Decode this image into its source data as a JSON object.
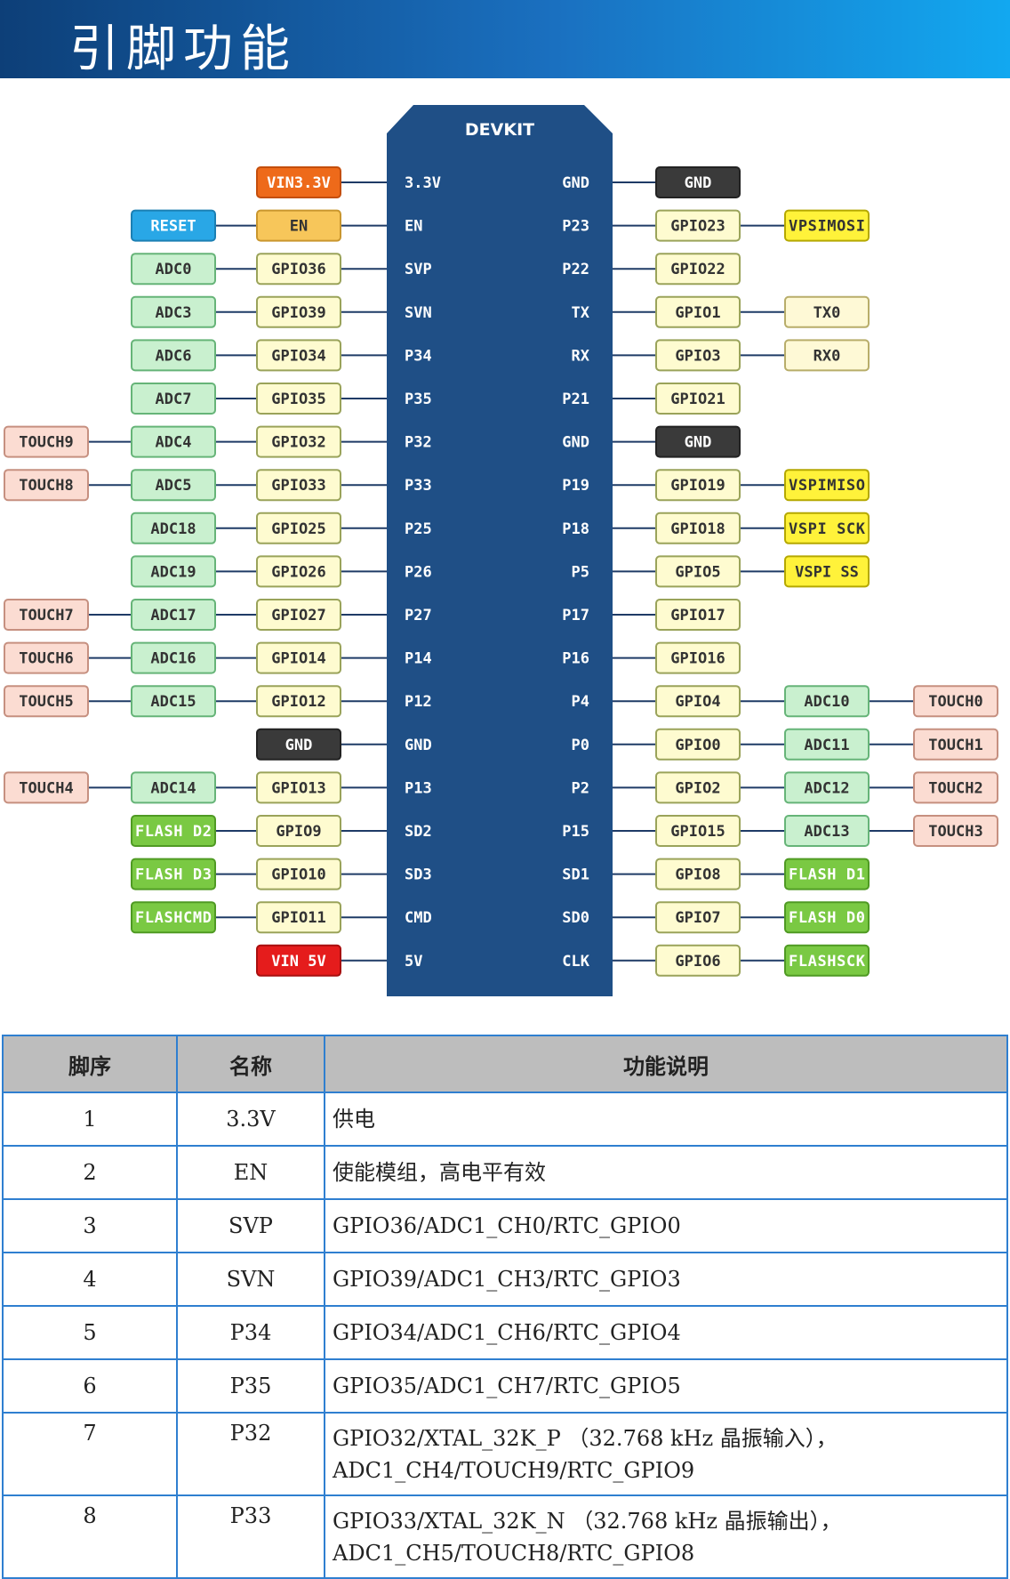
{
  "header": {
    "title": "引脚功能"
  },
  "diagram": {
    "board_title": "DEVKIT",
    "colors": {
      "chip": "#1f4f86",
      "power": "#ee6a1a",
      "power5v": "#e51c1c",
      "reset": "#29a7e6",
      "en": "#f7c65a",
      "gpio": "#fefbd0",
      "adc": "#c9f0cf",
      "touch": "#fbdcd2",
      "flash": "#7ac943",
      "gnd": "#3a3a3a",
      "spi": "#fff23a",
      "uart": "#fef9d6"
    },
    "left_pins": [
      {
        "pin": "3.3V",
        "labels": [
          {
            "text": "VIN3.3V",
            "kind": "power"
          }
        ]
      },
      {
        "pin": "EN",
        "labels": [
          {
            "text": "EN",
            "kind": "en"
          },
          {
            "text": "RESET",
            "kind": "reset"
          }
        ]
      },
      {
        "pin": "SVP",
        "labels": [
          {
            "text": "GPIO36",
            "kind": "gpio"
          },
          {
            "text": "ADC0",
            "kind": "adc"
          }
        ]
      },
      {
        "pin": "SVN",
        "labels": [
          {
            "text": "GPIO39",
            "kind": "gpio"
          },
          {
            "text": "ADC3",
            "kind": "adc"
          }
        ]
      },
      {
        "pin": "P34",
        "labels": [
          {
            "text": "GPIO34",
            "kind": "gpio"
          },
          {
            "text": "ADC6",
            "kind": "adc"
          }
        ]
      },
      {
        "pin": "P35",
        "labels": [
          {
            "text": "GPIO35",
            "kind": "gpio"
          },
          {
            "text": "ADC7",
            "kind": "adc"
          }
        ]
      },
      {
        "pin": "P32",
        "labels": [
          {
            "text": "GPIO32",
            "kind": "gpio"
          },
          {
            "text": "ADC4",
            "kind": "adc"
          },
          {
            "text": "TOUCH9",
            "kind": "touch"
          }
        ]
      },
      {
        "pin": "P33",
        "labels": [
          {
            "text": "GPIO33",
            "kind": "gpio"
          },
          {
            "text": "ADC5",
            "kind": "adc"
          },
          {
            "text": "TOUCH8",
            "kind": "touch"
          }
        ]
      },
      {
        "pin": "P25",
        "labels": [
          {
            "text": "GPIO25",
            "kind": "gpio"
          },
          {
            "text": "ADC18",
            "kind": "adc"
          }
        ]
      },
      {
        "pin": "P26",
        "labels": [
          {
            "text": "GPIO26",
            "kind": "gpio"
          },
          {
            "text": "ADC19",
            "kind": "adc"
          }
        ]
      },
      {
        "pin": "P27",
        "labels": [
          {
            "text": "GPIO27",
            "kind": "gpio"
          },
          {
            "text": "ADC17",
            "kind": "adc"
          },
          {
            "text": "TOUCH7",
            "kind": "touch"
          }
        ]
      },
      {
        "pin": "P14",
        "labels": [
          {
            "text": "GPIO14",
            "kind": "gpio"
          },
          {
            "text": "ADC16",
            "kind": "adc"
          },
          {
            "text": "TOUCH6",
            "kind": "touch"
          }
        ]
      },
      {
        "pin": "P12",
        "labels": [
          {
            "text": "GPIO12",
            "kind": "gpio"
          },
          {
            "text": "ADC15",
            "kind": "adc"
          },
          {
            "text": "TOUCH5",
            "kind": "touch"
          }
        ]
      },
      {
        "pin": "GND",
        "labels": [
          {
            "text": "GND",
            "kind": "gnd"
          }
        ]
      },
      {
        "pin": "P13",
        "labels": [
          {
            "text": "GPIO13",
            "kind": "gpio"
          },
          {
            "text": "ADC14",
            "kind": "adc"
          },
          {
            "text": "TOUCH4",
            "kind": "touch"
          }
        ]
      },
      {
        "pin": "SD2",
        "labels": [
          {
            "text": "GPIO9",
            "kind": "gpio"
          },
          {
            "text": "FLASH D2",
            "kind": "flash"
          }
        ]
      },
      {
        "pin": "SD3",
        "labels": [
          {
            "text": "GPIO10",
            "kind": "gpio"
          },
          {
            "text": "FLASH D3",
            "kind": "flash"
          }
        ]
      },
      {
        "pin": "CMD",
        "labels": [
          {
            "text": "GPIO11",
            "kind": "gpio"
          },
          {
            "text": "FLASHCMD",
            "kind": "flash"
          }
        ]
      },
      {
        "pin": "5V",
        "labels": [
          {
            "text": "VIN 5V",
            "kind": "power5v"
          }
        ]
      }
    ],
    "right_pins": [
      {
        "pin": "GND",
        "labels": [
          {
            "text": "GND",
            "kind": "gnd"
          }
        ]
      },
      {
        "pin": "P23",
        "labels": [
          {
            "text": "GPIO23",
            "kind": "gpio"
          },
          {
            "text": "VPSIMOSI",
            "kind": "spi"
          }
        ]
      },
      {
        "pin": "P22",
        "labels": [
          {
            "text": "GPIO22",
            "kind": "gpio"
          }
        ]
      },
      {
        "pin": "TX",
        "labels": [
          {
            "text": "GPIO1",
            "kind": "gpio"
          },
          {
            "text": "TX0",
            "kind": "uart"
          }
        ]
      },
      {
        "pin": "RX",
        "labels": [
          {
            "text": "GPIO3",
            "kind": "gpio"
          },
          {
            "text": "RX0",
            "kind": "uart"
          }
        ]
      },
      {
        "pin": "P21",
        "labels": [
          {
            "text": "GPIO21",
            "kind": "gpio"
          }
        ]
      },
      {
        "pin": "GND",
        "labels": [
          {
            "text": "GND",
            "kind": "gnd"
          }
        ]
      },
      {
        "pin": "P19",
        "labels": [
          {
            "text": "GPIO19",
            "kind": "gpio"
          },
          {
            "text": "VSPIMISO",
            "kind": "spi"
          }
        ]
      },
      {
        "pin": "P18",
        "labels": [
          {
            "text": "GPIO18",
            "kind": "gpio"
          },
          {
            "text": "VSPI SCK",
            "kind": "spi"
          }
        ]
      },
      {
        "pin": "P5",
        "labels": [
          {
            "text": "GPIO5",
            "kind": "gpio"
          },
          {
            "text": "VSPI SS",
            "kind": "spi"
          }
        ]
      },
      {
        "pin": "P17",
        "labels": [
          {
            "text": "GPIO17",
            "kind": "gpio"
          }
        ]
      },
      {
        "pin": "P16",
        "labels": [
          {
            "text": "GPIO16",
            "kind": "gpio"
          }
        ]
      },
      {
        "pin": "P4",
        "labels": [
          {
            "text": "GPIO4",
            "kind": "gpio"
          },
          {
            "text": "ADC10",
            "kind": "adc"
          },
          {
            "text": "TOUCH0",
            "kind": "touch"
          }
        ]
      },
      {
        "pin": "P0",
        "labels": [
          {
            "text": "GPIO0",
            "kind": "gpio"
          },
          {
            "text": "ADC11",
            "kind": "adc"
          },
          {
            "text": "TOUCH1",
            "kind": "touch"
          }
        ]
      },
      {
        "pin": "P2",
        "labels": [
          {
            "text": "GPIO2",
            "kind": "gpio"
          },
          {
            "text": "ADC12",
            "kind": "adc"
          },
          {
            "text": "TOUCH2",
            "kind": "touch"
          }
        ]
      },
      {
        "pin": "P15",
        "labels": [
          {
            "text": "GPIO15",
            "kind": "gpio"
          },
          {
            "text": "ADC13",
            "kind": "adc"
          },
          {
            "text": "TOUCH3",
            "kind": "touch"
          }
        ]
      },
      {
        "pin": "SD1",
        "labels": [
          {
            "text": "GPIO8",
            "kind": "gpio"
          },
          {
            "text": "FLASH D1",
            "kind": "flash"
          }
        ]
      },
      {
        "pin": "SD0",
        "labels": [
          {
            "text": "GPIO7",
            "kind": "gpio"
          },
          {
            "text": "FLASH D0",
            "kind": "flash"
          }
        ]
      },
      {
        "pin": "CLK",
        "labels": [
          {
            "text": "GPIO6",
            "kind": "gpio"
          },
          {
            "text": "FLASHSCK",
            "kind": "flash"
          }
        ]
      }
    ]
  },
  "table": {
    "headers": [
      "脚序",
      "名称",
      "功能说明"
    ],
    "rows": [
      {
        "no": "1",
        "name": "3.3V",
        "desc": "供电",
        "desc2": ""
      },
      {
        "no": "2",
        "name": "EN",
        "desc": "使能模组，高电平有效",
        "desc2": ""
      },
      {
        "no": "3",
        "name": "SVP",
        "desc": "GPIO36/ADC1_CH0/RTC_GPIO0",
        "desc2": ""
      },
      {
        "no": "4",
        "name": "SVN",
        "desc": "GPIO39/ADC1_CH3/RTC_GPIO3",
        "desc2": ""
      },
      {
        "no": "5",
        "name": "P34",
        "desc": "GPIO34/ADC1_CH6/RTC_GPIO4",
        "desc2": ""
      },
      {
        "no": "6",
        "name": "P35",
        "desc": "GPIO35/ADC1_CH7/RTC_GPIO5",
        "desc2": ""
      },
      {
        "no": "7",
        "name": "P32",
        "desc": "GPIO32/XTAL_32K_P （32.768 kHz 晶振输入），",
        "desc2": "ADC1_CH4/TOUCH9/RTC_GPIO9"
      },
      {
        "no": "8",
        "name": "P33",
        "desc": "GPIO33/XTAL_32K_N （32.768 kHz 晶振输出），",
        "desc2": "ADC1_CH5/TOUCH8/RTC_GPIO8"
      }
    ]
  }
}
